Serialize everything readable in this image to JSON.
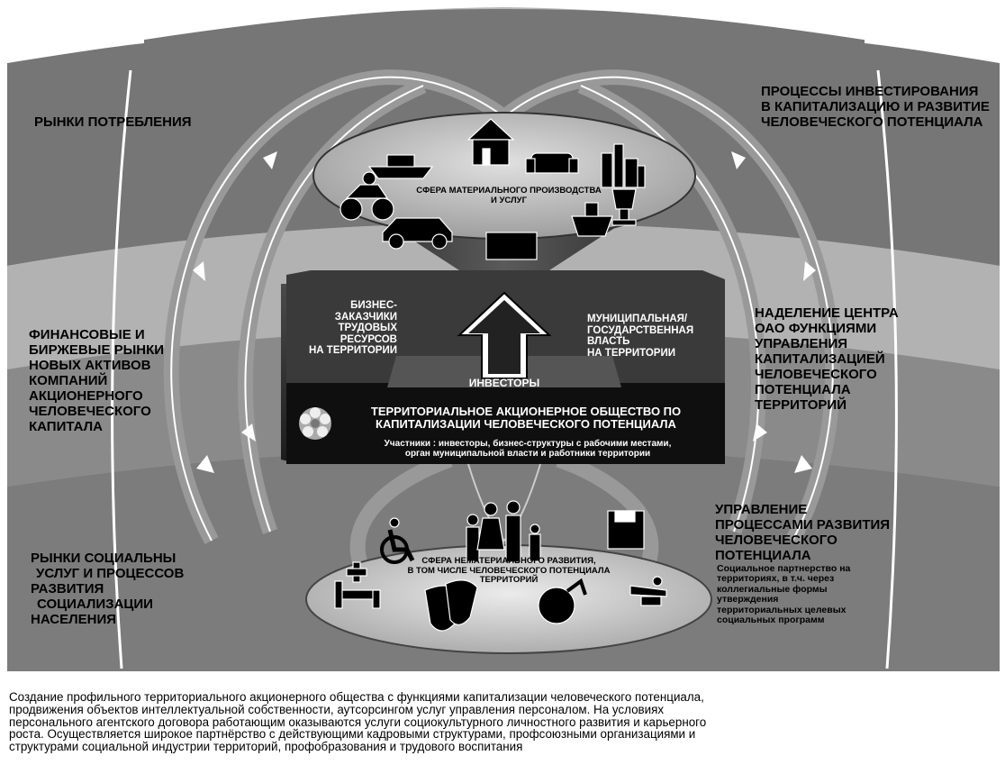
{
  "left": {
    "consumption_markets": "РЫНКИ ПОТРЕБЛЕНИЯ",
    "financial_markets": [
      "ФИНАНСОВЫЕ И",
      "БИРЖЕВЫЕ РЫНКИ",
      "НОВЫХ АКТИВОВ",
      "КОМПАНИЙ",
      "АКЦИОНЕРНОГО",
      "ЧЕЛОВЕЧЕСКОГО",
      "КАПИТАЛА"
    ],
    "social_markets": [
      "РЫНКИ СОЦИАЛЬНЫ",
      "УСЛУГ И ПРОЦЕССОВ",
      "РАЗВИТИЯ",
      "СОЦИАЛИЗАЦИИ",
      "НАСЕЛЕНИЯ"
    ]
  },
  "right": {
    "investment_processes": [
      "ПРОЦЕССЫ ИНВЕСТИРОВАНИЯ",
      "В КАПИТАЛИЗАЦИЮ И РАЗВИТИЕ",
      "ЧЕЛОВЕЧЕСКОГО ПОТЕНЦИАЛА"
    ],
    "center_functions": [
      "НАДЕЛЕНИЕ ЦЕНТРА",
      "ОАО ФУНКЦИЯМИ",
      "УПРАВЛЕНИЯ",
      "КАПИТАЛИЗАЦИЕЙ",
      "ЧЕЛОВЕЧЕСКОГО",
      "ПОТЕНЦИАЛА",
      "ТЕРРИТОРИЙ"
    ],
    "management_title": [
      "УПРАВЛЕНИЕ",
      "ПРОЦЕССАМИ РАЗВИТИЯ",
      "ЧЕЛОВЕЧЕСКОГО",
      "ПОТЕНЦИАЛА"
    ],
    "management_text": [
      "Социальное партнерство на",
      "территориях, в т.ч. через",
      "коллегиальные формы",
      "утверждения",
      "территориальных целевых",
      "социальных программ"
    ]
  },
  "center": {
    "material_sphere": [
      "СФЕРА МАТЕРИАЛЬНОГО ПРОИЗВОДСТВА",
      "И УСЛУГ"
    ],
    "business": [
      "БИЗНЕС-",
      "ЗАКАЗЧИКИ",
      "ТРУДОВЫХ",
      "РЕСУРСОВ",
      "НА ТЕРРИТОРИИ"
    ],
    "municipal": [
      "МУНИЦИПАЛЬНАЯ/",
      "ГОСУДАРСТВЕННАЯ",
      "ВЛАСТЬ",
      "НА ТЕРРИТОРИИ"
    ],
    "investors": "ИНВЕСТОРЫ",
    "society_title": [
      "ТЕРРИТОРИАЛЬНОЕ АКЦИОНЕРНОЕ ОБЩЕСТВО ПО",
      "КАПИТАЛИЗАЦИИ ЧЕЛОВЕЧЕСКОГО ПОТЕНЦИАЛА"
    ],
    "participants": [
      "Участники : инвесторы, бизнес-структуры с рабочими местами,",
      "орган муниципальной власти и работники территории"
    ],
    "non_material_sphere": [
      "СФЕРА НЕМАТЕРИАЛЬНОГО РАЗВИТИЯ,",
      "В ТОМ ЧИСЛЕ ЧЕЛОВЕЧЕСКОГО ПОТЕНЦИАЛА",
      "ТЕРРИТОРИЙ"
    ]
  },
  "icons": [
    "motorcycle-icon",
    "yacht-icon",
    "house-icon",
    "sofa-icon",
    "city-icon",
    "car-icon",
    "tv-icon",
    "ship-icon",
    "trophy-icon",
    "wheelchair-icon",
    "family-icon",
    "floppy-disk-icon",
    "hospital-bed-icon",
    "theater-masks-icon",
    "handshake-icon",
    "gymnast-icon",
    "flower-logo"
  ],
  "caption": [
    "Создание профильного территориального акционерного общества с функциями капитализации человеческого потенциала,",
    "продвижения объектов интеллектуальной собственности, аутсорсингом услуг управления персоналом. На условиях",
    "персонального агентского договора работающим оказываются услуги социокультурного личностного развития и карьерного",
    "роста. Осуществляется широкое партнёрство с действующими кадровыми структурами, профсоюзными организациями и",
    "структурами социальной индустрии территорий, профобразования и трудового воспитания"
  ],
  "colors": {
    "background": "#ffffff",
    "band_dark": "#777777",
    "band_light": "#b5b5b5",
    "arrow": "#9a9a9a",
    "platform": "#1a1a1a",
    "ellipse": "#c8c8c8"
  }
}
